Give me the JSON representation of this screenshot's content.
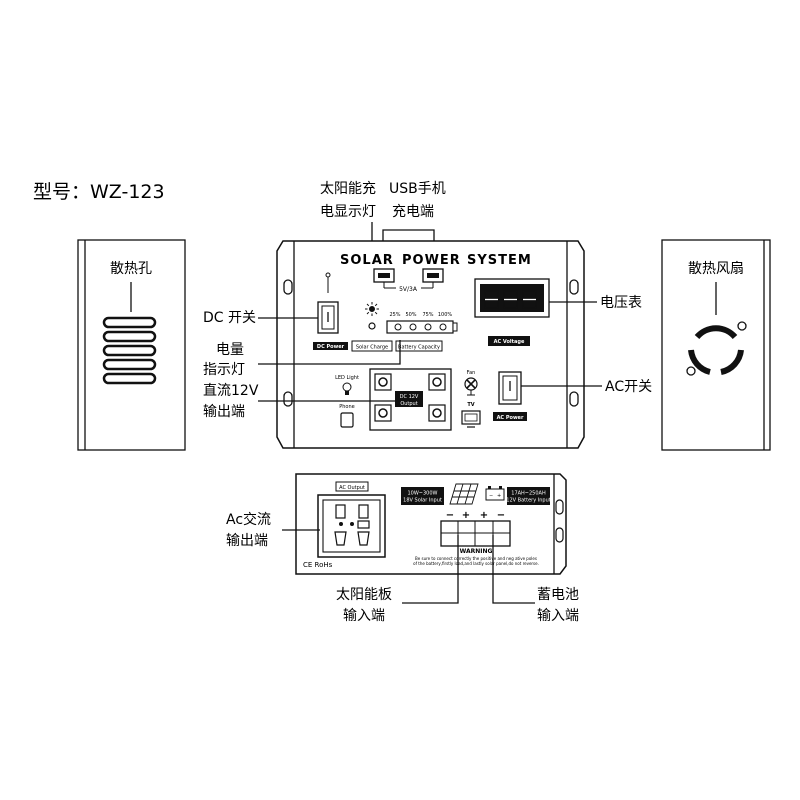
{
  "model_label": "型号：WZ-123",
  "top_callouts": {
    "solar_led": [
      "太阳能充",
      "电显示灯"
    ],
    "usb": [
      "USB手机",
      "充电端"
    ]
  },
  "left_callouts": {
    "dc_switch": "DC 开关",
    "battery_indicator": [
      "电量",
      "指示灯"
    ],
    "dc12v_output": [
      "直流12V",
      "输出端"
    ]
  },
  "right_callouts": {
    "voltmeter": "电压表",
    "ac_switch": "AC开关"
  },
  "heat_vent_label": "散热孔",
  "fan_label": "散热风扇",
  "front_panel": {
    "title_words": [
      "SOLAR",
      "POWER",
      "SYSTEM"
    ],
    "usb_rating": "5V/3A",
    "percent_labels": [
      "25%",
      "50%",
      "75%",
      "100%"
    ],
    "dc_power": "DC Power",
    "solar_charge": "Solar Charge",
    "battery_capacity": "Battery Capacity",
    "ac_voltage": "AC Voltage",
    "ac_power": "AC Power",
    "led_light": "LED Light",
    "phone": "Phone",
    "dc_output": [
      "DC 12V",
      "Output"
    ],
    "fan": "Fan",
    "tv": "TV"
  },
  "rear_panel": {
    "ac_output": "AC Output",
    "ce_rohs": "CE  RoHs",
    "solar_input": [
      "10W~300W",
      "18V Solar Input"
    ],
    "battery_input": [
      "17AH~250AH",
      "12V Battery Input"
    ],
    "polarity": [
      "−",
      "+",
      "+",
      "−"
    ],
    "warning_title": "WARNING",
    "warning_text": [
      "Be sure to connect correctly the positive and neg ative poles",
      "of the battery,firstly load,and lastly solar panel,do not reverse."
    ]
  },
  "bottom_left_callouts": {
    "ac_output": [
      "Ac交流",
      "输出端"
    ]
  },
  "bottom_callouts": {
    "solar_input": [
      "太阳能板",
      "输入端"
    ],
    "battery_input": [
      "蓄电池",
      "输入端"
    ]
  }
}
